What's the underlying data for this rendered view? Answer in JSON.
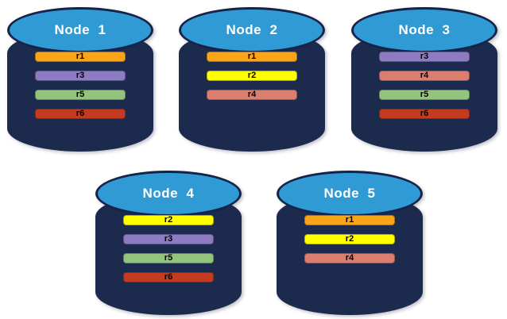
{
  "diagram": {
    "description": "Replica placement across database nodes"
  },
  "colors": {
    "background": "#FFFFFF",
    "cylinder_body": "#1C2A4D",
    "cylinder_top": "#2F9AD4",
    "cylinder_outline": "#152349",
    "node_label_text": "#FFFFFF",
    "bar_text": "#000000"
  },
  "replica_colors": {
    "r1": "#FAA519",
    "r2": "#FFFF00",
    "r3": "#8E7CC3",
    "r4": "#DC7E6F",
    "r5": "#93C47D",
    "r6": "#C43B22"
  },
  "nodes": [
    {
      "label": "Node  1",
      "replicas": [
        "r1",
        "r3",
        "r5",
        "r6"
      ]
    },
    {
      "label": "Node  2",
      "replicas": [
        "r1",
        "r2",
        "r4"
      ]
    },
    {
      "label": "Node  3",
      "replicas": [
        "r3",
        "r4",
        "r5",
        "r6"
      ]
    },
    {
      "label": "Node  4",
      "replicas": [
        "r2",
        "r3",
        "r5",
        "r6"
      ]
    },
    {
      "label": "Node  5",
      "replicas": [
        "r1",
        "r2",
        "r4"
      ]
    }
  ]
}
